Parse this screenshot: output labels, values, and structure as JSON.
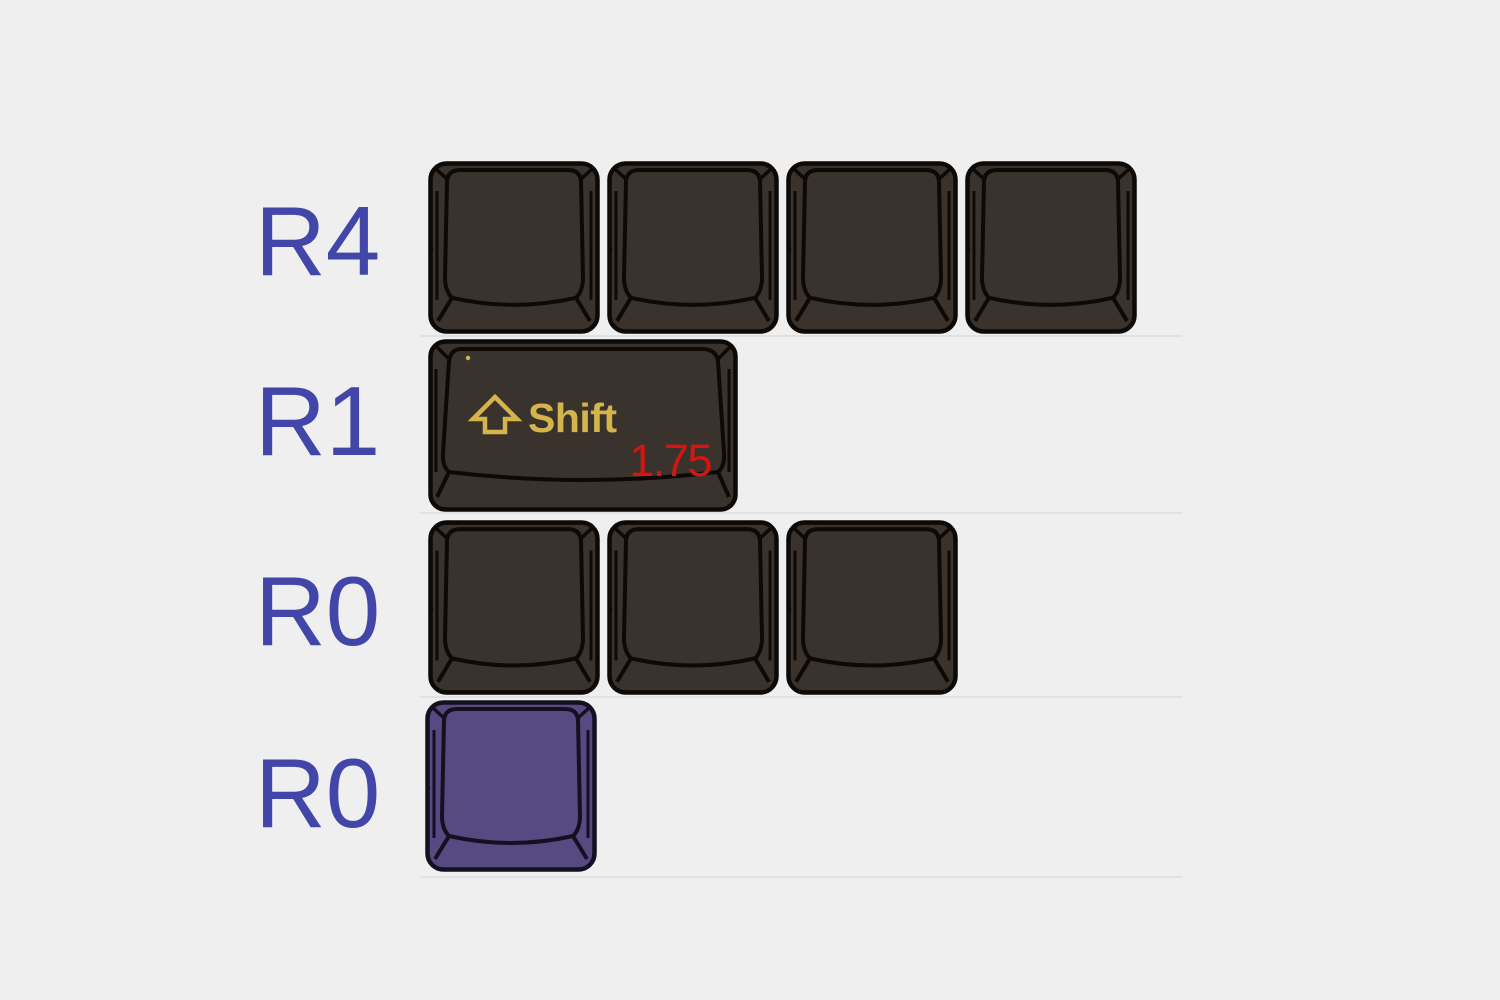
{
  "page": {
    "description": "Keycap kit row layout render",
    "background": "#efeff0"
  },
  "colors": {
    "bg": "#efeff0",
    "label_blue": "#4346a9",
    "key_dark": "#3a332d",
    "key_outline": "#0c0907",
    "key_purple": "#564a83",
    "purple_outline": "#14101f",
    "legend_gold": "#d3b54b",
    "size_red": "#d5150f"
  },
  "rows": [
    {
      "label": "R4",
      "keys": [
        {
          "color": "dark",
          "width_u": 1
        },
        {
          "color": "dark",
          "width_u": 1
        },
        {
          "color": "dark",
          "width_u": 1
        },
        {
          "color": "dark",
          "width_u": 1
        }
      ]
    },
    {
      "label": "R1",
      "keys": [
        {
          "color": "dark",
          "width_u": 1.75,
          "legend": "Shift",
          "icon": "shift-arrow-icon",
          "size_label": "1.75"
        }
      ]
    },
    {
      "label": "R0",
      "keys": [
        {
          "color": "dark",
          "width_u": 1
        },
        {
          "color": "dark",
          "width_u": 1
        },
        {
          "color": "dark",
          "width_u": 1
        }
      ]
    },
    {
      "label": "R0",
      "keys": [
        {
          "color": "purple",
          "width_u": 1
        }
      ]
    }
  ]
}
